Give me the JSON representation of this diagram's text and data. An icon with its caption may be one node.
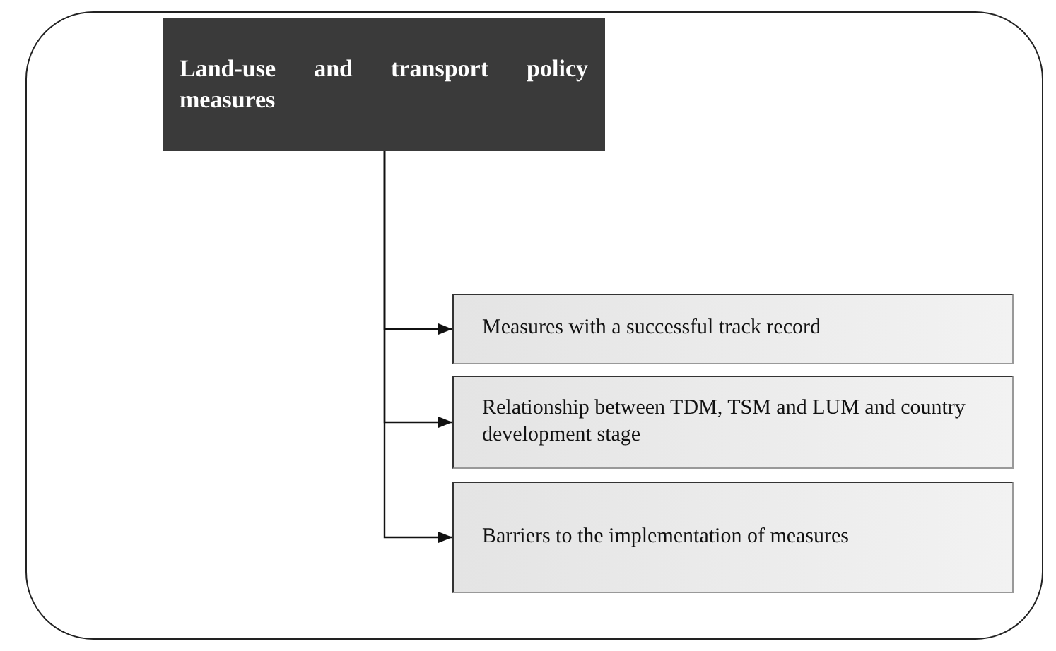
{
  "diagram": {
    "nodes": [
      {
        "text": [
          "Land-use and transport policy measures"
        ]
      },
      {
        "text": [
          "Measures with a successful track record"
        ]
      },
      {
        "text": [
          "Relationship between TDM, TSM and LUM and country development stage"
        ]
      },
      {
        "text": [
          "Barriers to the implementation of measures"
        ]
      }
    ],
    "edges": [
      {
        "from": 0,
        "to": 1,
        "arrow": "to"
      },
      {
        "from": 0,
        "to": 2,
        "arrow": "to"
      },
      {
        "from": 0,
        "to": 3,
        "arrow": "to"
      }
    ]
  }
}
